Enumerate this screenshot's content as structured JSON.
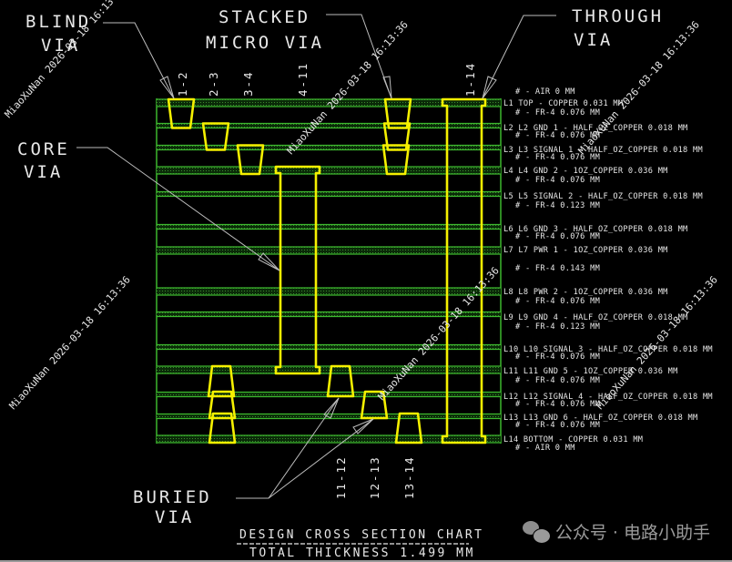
{
  "diagram": {
    "title": "DESIGN CROSS SECTION CHART",
    "total_thickness": "TOTAL THICKNESS 1.499 MM",
    "callouts": {
      "blind_via": [
        "BLIND",
        "VIA"
      ],
      "stacked_micro_via": [
        "STACKED",
        "MICRO VIA"
      ],
      "through_via": [
        "THROUGH",
        "VIA"
      ],
      "core_via": [
        "CORE",
        "VIA"
      ],
      "buried_via": [
        "BURIED",
        "VIA"
      ]
    },
    "via_labels": {
      "top": [
        "1-2",
        "2-3",
        "3-4",
        "4-11",
        "1-14"
      ],
      "bottom": [
        "11-12",
        "12-13",
        "13-14"
      ]
    },
    "stackup_text": [
      "#  - AIR 0 MM",
      "L1 TOP - COPPER 0.031 MM",
      "#  - FR-4 0.076 MM",
      "L2 L2 GND 1 - HALF_OZ_COPPER 0.018 MM",
      "#  - FR-4 0.076 MM",
      "L3 L3 SIGNAL 1 - HALF_OZ_COPPER 0.018 MM",
      "#  - FR-4 0.076 MM",
      "L4 L4 GND 2 - 1OZ_COPPER 0.036 MM",
      "#  - FR-4 0.076 MM",
      "L5 L5 SIGNAL 2 - HALF_OZ_COPPER 0.018 MM",
      "#  - FR-4 0.123 MM",
      "L6 L6 GND 3 - HALF_OZ_COPPER 0.018 MM",
      "#  - FR-4 0.076 MM",
      "L7 L7 PWR 1 - 1OZ_COPPER 0.036 MM",
      "#  - FR-4 0.143 MM",
      "L8 L8 PWR 2 - 1OZ_COPPER 0.036 MM",
      "#  - FR-4 0.076 MM",
      "L9 L9 GND 4 - HALF_OZ_COPPER 0.018 MM",
      "#  - FR-4 0.123 MM",
      "L10 L10 SIGNAL 3 - HALF_OZ_COPPER 0.018 MM",
      "#  - FR-4 0.076 MM",
      "L11 L11 GND 5 - 1OZ_COPPER 0.036 MM",
      "#  - FR-4 0.076 MM",
      "L12 L12 SIGNAL 4 - HALF_OZ_COPPER 0.018 MM",
      "#  - FR-4 0.076 MM",
      "L13 L13 GND 6 - HALF_OZ_COPPER 0.018 MM",
      "#  - FR-4 0.076 MM",
      "L14 BOTTOM - COPPER 0.031 MM",
      "#  - AIR 0 MM"
    ],
    "layers": [
      {
        "name": "L1",
        "thick": true
      },
      {
        "name": "L2",
        "thick": false
      },
      {
        "name": "L3",
        "thick": false
      },
      {
        "name": "L4",
        "thick": true
      },
      {
        "name": "L5",
        "thick": false
      },
      {
        "name": "L6",
        "thick": false
      },
      {
        "name": "L7",
        "thick": true
      },
      {
        "name": "L8",
        "thick": true
      },
      {
        "name": "L9",
        "thick": false
      },
      {
        "name": "L10",
        "thick": false
      },
      {
        "name": "L11",
        "thick": true
      },
      {
        "name": "L12",
        "thick": false
      },
      {
        "name": "L13",
        "thick": false
      },
      {
        "name": "L14",
        "thick": true
      }
    ],
    "colors": {
      "copper": "#3cb82e",
      "via": "#f5f000",
      "text": "#e8e8e8",
      "leader": "#bdbdbd",
      "background": "#000000"
    }
  },
  "watermark": {
    "text": "公众号 · 电路小助手",
    "overlay": "MiaoXuNan 2026-03-18 16:13:36"
  }
}
